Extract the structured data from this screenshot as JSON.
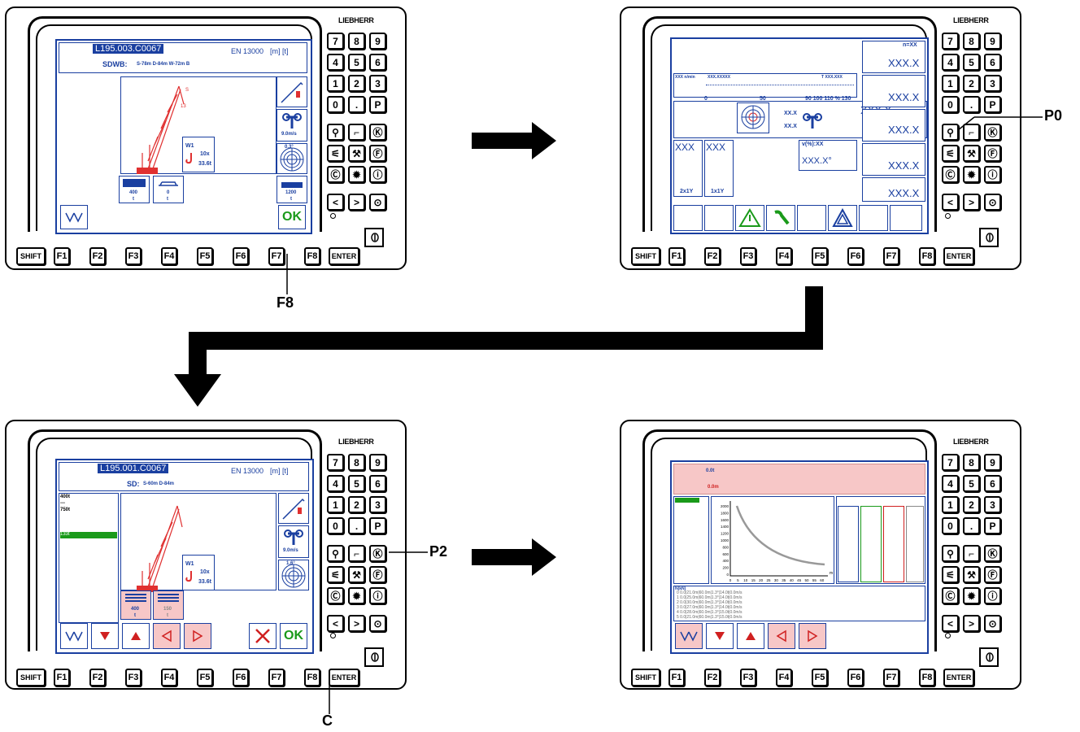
{
  "keypad": {
    "brand": "LIEBHERR",
    "digits": [
      "7",
      "8",
      "9",
      "4",
      "5",
      "6",
      "1",
      "2",
      "3",
      "0",
      ".",
      "P"
    ],
    "fn_keys": [
      "SHIFT",
      "F1",
      "F2",
      "F3",
      "F4",
      "F5",
      "F6",
      "F7",
      "F8",
      "ENTER"
    ]
  },
  "callouts": {
    "f8": "F8",
    "p0": "P0",
    "p2": "P2",
    "c": "C"
  },
  "screen1": {
    "code": "L195.003.C0067",
    "norm": "EN 13000",
    "units": "[m]  [t]",
    "config": "SDWB:",
    "params": "S-78m     D-84m     W-72m    B",
    "hook": "W1",
    "reeving": "10x",
    "load": "33.6t",
    "c1_val": "400",
    "c1_unit": "t",
    "c2_val": "0",
    "c2_unit": "t",
    "c3_val": "1200",
    "c3_unit": "t",
    "wind": "9.0m/s",
    "angle": "0.3°",
    "ok": "OK"
  },
  "screen2": {
    "speed": "XXX n/min",
    "code": "XXX.XXXXX",
    "tcode": "T XXX.XXX",
    "scale": [
      "0",
      "50",
      "90 100 110 % 130"
    ],
    "max": "max",
    "n": "n=XX",
    "vals": [
      "XXX.X",
      "XXX.X",
      "XXX.X",
      "XXX.X",
      "XXX.X"
    ],
    "xx": "XX",
    "small": "XX.X",
    "pct": "v(%):XX",
    "angle": "XXX.X°",
    "reeve1": "2x1Y",
    "reeve2": "1x1Y",
    "xxx": "XXX",
    "xxx2": "XXX"
  },
  "screen3": {
    "code": "L195.001.C0067",
    "norm": "EN 13000",
    "units": "[m]  [t]",
    "config": "SD:",
    "params": "S-60m     D-84m",
    "list": [
      "400t",
      "---",
      "750t"
    ],
    "selected": "133t",
    "hook": "W1",
    "reeving": "10x",
    "load": "33.6t",
    "c1_val": "400",
    "c1_unit": "t",
    "c2_val": "150",
    "c2_unit": "t",
    "wind": "9.0m/s",
    "angle": "1.6°",
    "ok": "OK"
  },
  "screen4": {
    "top_val": "0.0t",
    "top_len": "0.0m",
    "y_ticks": [
      "2000",
      "1800",
      "1600",
      "1400",
      "1200",
      "1000",
      "800",
      "600",
      "400",
      "200",
      "0"
    ],
    "x_ticks": [
      "0",
      "5",
      "10",
      "15",
      "20",
      "25",
      "30",
      "35",
      "40",
      "45",
      "50",
      "55",
      "60"
    ],
    "x_unit": "m",
    "table_head": "N(kN)",
    "rows": [
      "0    0.0|21.0m|60.0m|1.3°|14.0t|0.0m/s",
      "1    0.0|25.0m|60.0m|1.3°|14.0t|0.0m/s",
      "2    0.0|30.0m|60.0m|1.3°|14.0t|0.0m/s",
      "3    0.0|27.0m|60.0m|1.3°|14.0t|0.0m/s",
      "4    0.0|28.0m|60.0m|1.3°|15.0t|0.0m/s",
      "5    0.0|21.0m|60.0m|1.3°|15.0t|0.0m/s"
    ]
  }
}
